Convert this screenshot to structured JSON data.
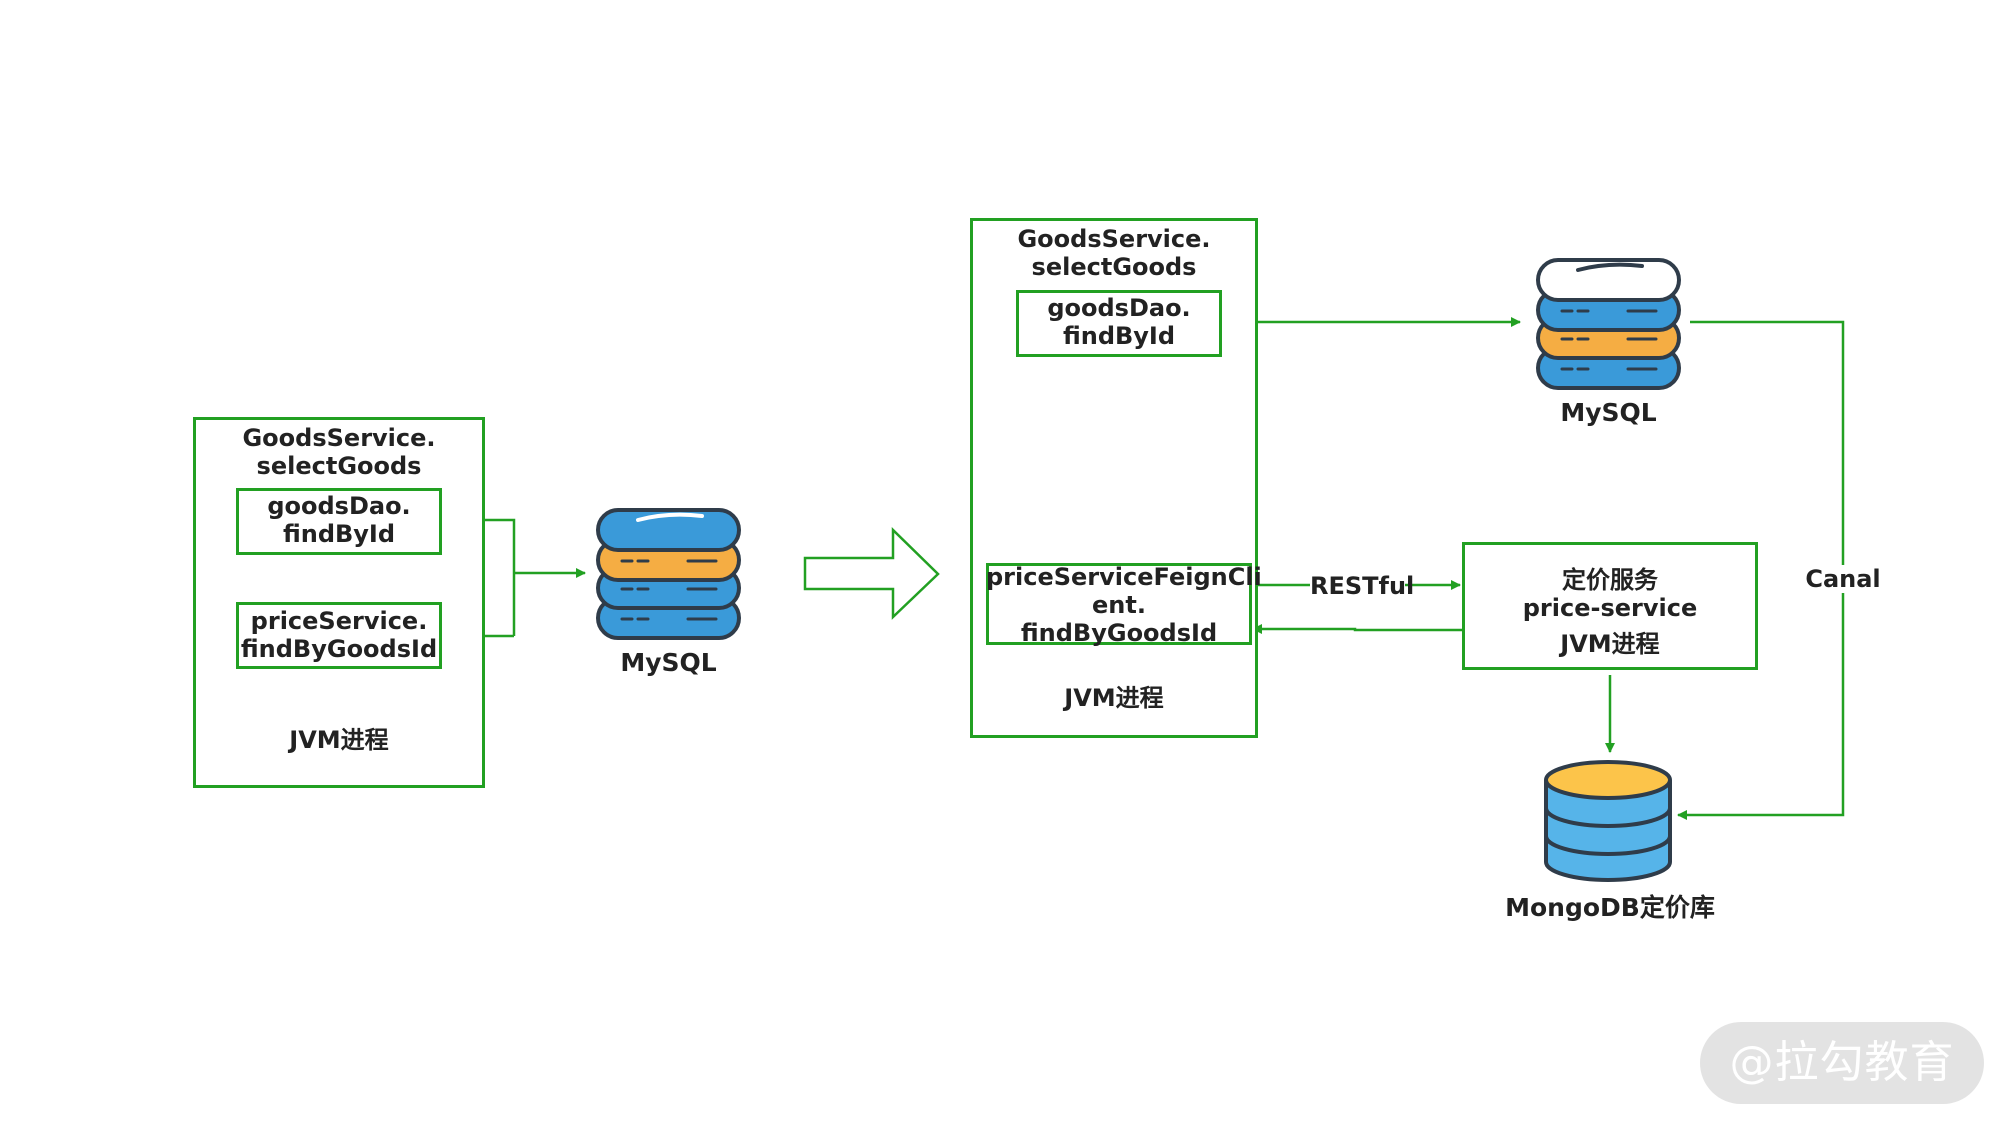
{
  "colors": {
    "line": "#22a022",
    "db_blue": "#3a9ad9",
    "db_orange": "#f5ad43",
    "db_dark": "#2f3c4a",
    "mongo_top": "#fcc44a",
    "mongo_blue": "#56b4e9"
  },
  "left": {
    "service_title": [
      "GoodsService.",
      "selectGoods"
    ],
    "goods_dao": [
      "goodsDao.",
      "findById"
    ],
    "price_service": [
      "priceService.",
      "findByGoodsId"
    ],
    "process_label": "JVM进程",
    "db_label": "MySQL"
  },
  "right": {
    "service_title": [
      "GoodsService.",
      "selectGoods"
    ],
    "goods_dao": [
      "goodsDao.",
      "findById"
    ],
    "feign_client": [
      "priceServiceFeignCli",
      "ent.",
      "findByGoodsId"
    ],
    "process_label": "JVM进程",
    "mysql_label": "MySQL",
    "restful_label": "RESTful",
    "price_service": [
      "定价服务",
      "price-service",
      "JVM进程"
    ],
    "mongo_label": "MongoDB定价库",
    "canal_label": "Canal"
  },
  "watermark": "@拉勾教育"
}
